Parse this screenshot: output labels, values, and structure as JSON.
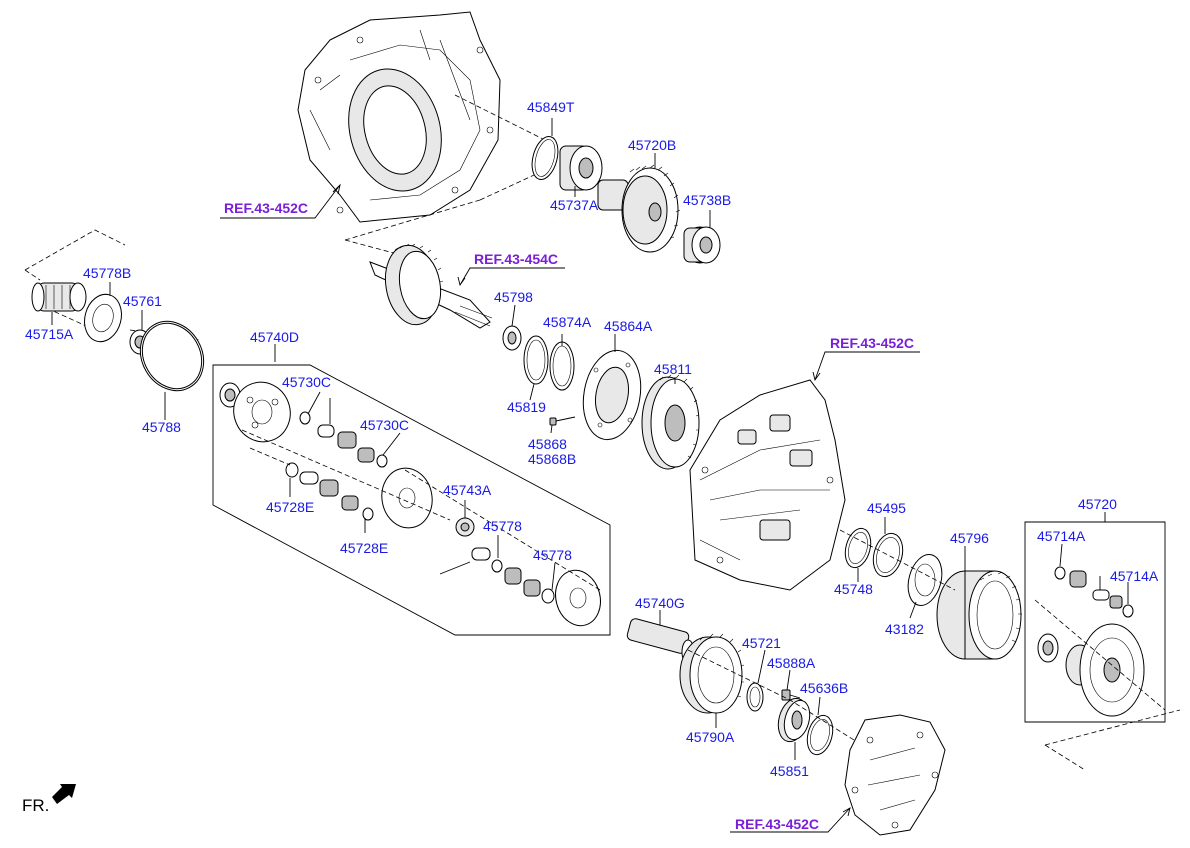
{
  "diagram": {
    "orientation_label": "FR.",
    "references": [
      "REF.43-452C",
      "REF.43-454C",
      "REF.43-452C",
      "REF.43-452C"
    ],
    "labels": {
      "p45849T": "45849T",
      "p45720B": "45720B",
      "p45737A": "45737A",
      "p45738B": "45738B",
      "p45778B": "45778B",
      "p45761": "45761",
      "p45715A": "45715A",
      "p45788": "45788",
      "p45740D": "45740D",
      "p45730C_1": "45730C",
      "p45730C_2": "45730C",
      "p45728E_1": "45728E",
      "p45728E_2": "45728E",
      "p45743A": "45743A",
      "p45778_1": "45778",
      "p45778_2": "45778",
      "p45798": "45798",
      "p45874A": "45874A",
      "p45864A": "45864A",
      "p45811": "45811",
      "p45819": "45819",
      "p45868": "45868",
      "p45868B": "45868B",
      "p45495": "45495",
      "p45748": "45748",
      "p45796": "45796",
      "p43182": "43182",
      "p45720": "45720",
      "p45714A_1": "45714A",
      "p45714A_2": "45714A",
      "p45740G": "45740G",
      "p45721": "45721",
      "p45888A": "45888A",
      "p45636B": "45636B",
      "p45790A": "45790A",
      "p45851": "45851"
    }
  }
}
